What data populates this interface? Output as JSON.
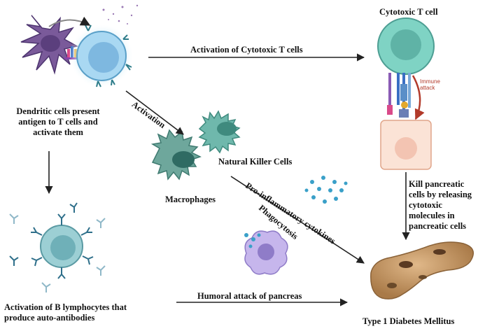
{
  "labels": {
    "dendritic": "Dendritic cells present antigen to T cells and activate them",
    "activation_cytotoxic": "Activation of Cytotoxic T cells",
    "cytotoxic_t_cell": "Cytotoxic T cell",
    "immune_attack": "Immune attack",
    "activation": "Activation",
    "natural_killer": "Natural Killer Cells",
    "macrophages": "Macrophages",
    "pro_inflammatory": "Pro-inflammatory cytokines",
    "phagocytosis": "Phagocytosis",
    "kill_pancreatic": "Kill pancreatic cells by releasing cytotoxic molecules in pancreatic cells",
    "b_lymphocytes": "Activation of B lymphocytes that produce auto-antibodies",
    "humoral_attack": "Humoral attack of pancreas",
    "type1": "Type 1 Diabetes Mellitus"
  },
  "colors": {
    "t_cell": "#7fd3c4",
    "t_cell_nucleus": "#5fb3a6",
    "dendritic": "#7a5a9a",
    "macrophage": "#5a9a8e",
    "b_cell": "#7ab8c0",
    "pancreas": "#c49a6a",
    "arrow": "#222222",
    "immune_arrow": "#b23a2a"
  }
}
